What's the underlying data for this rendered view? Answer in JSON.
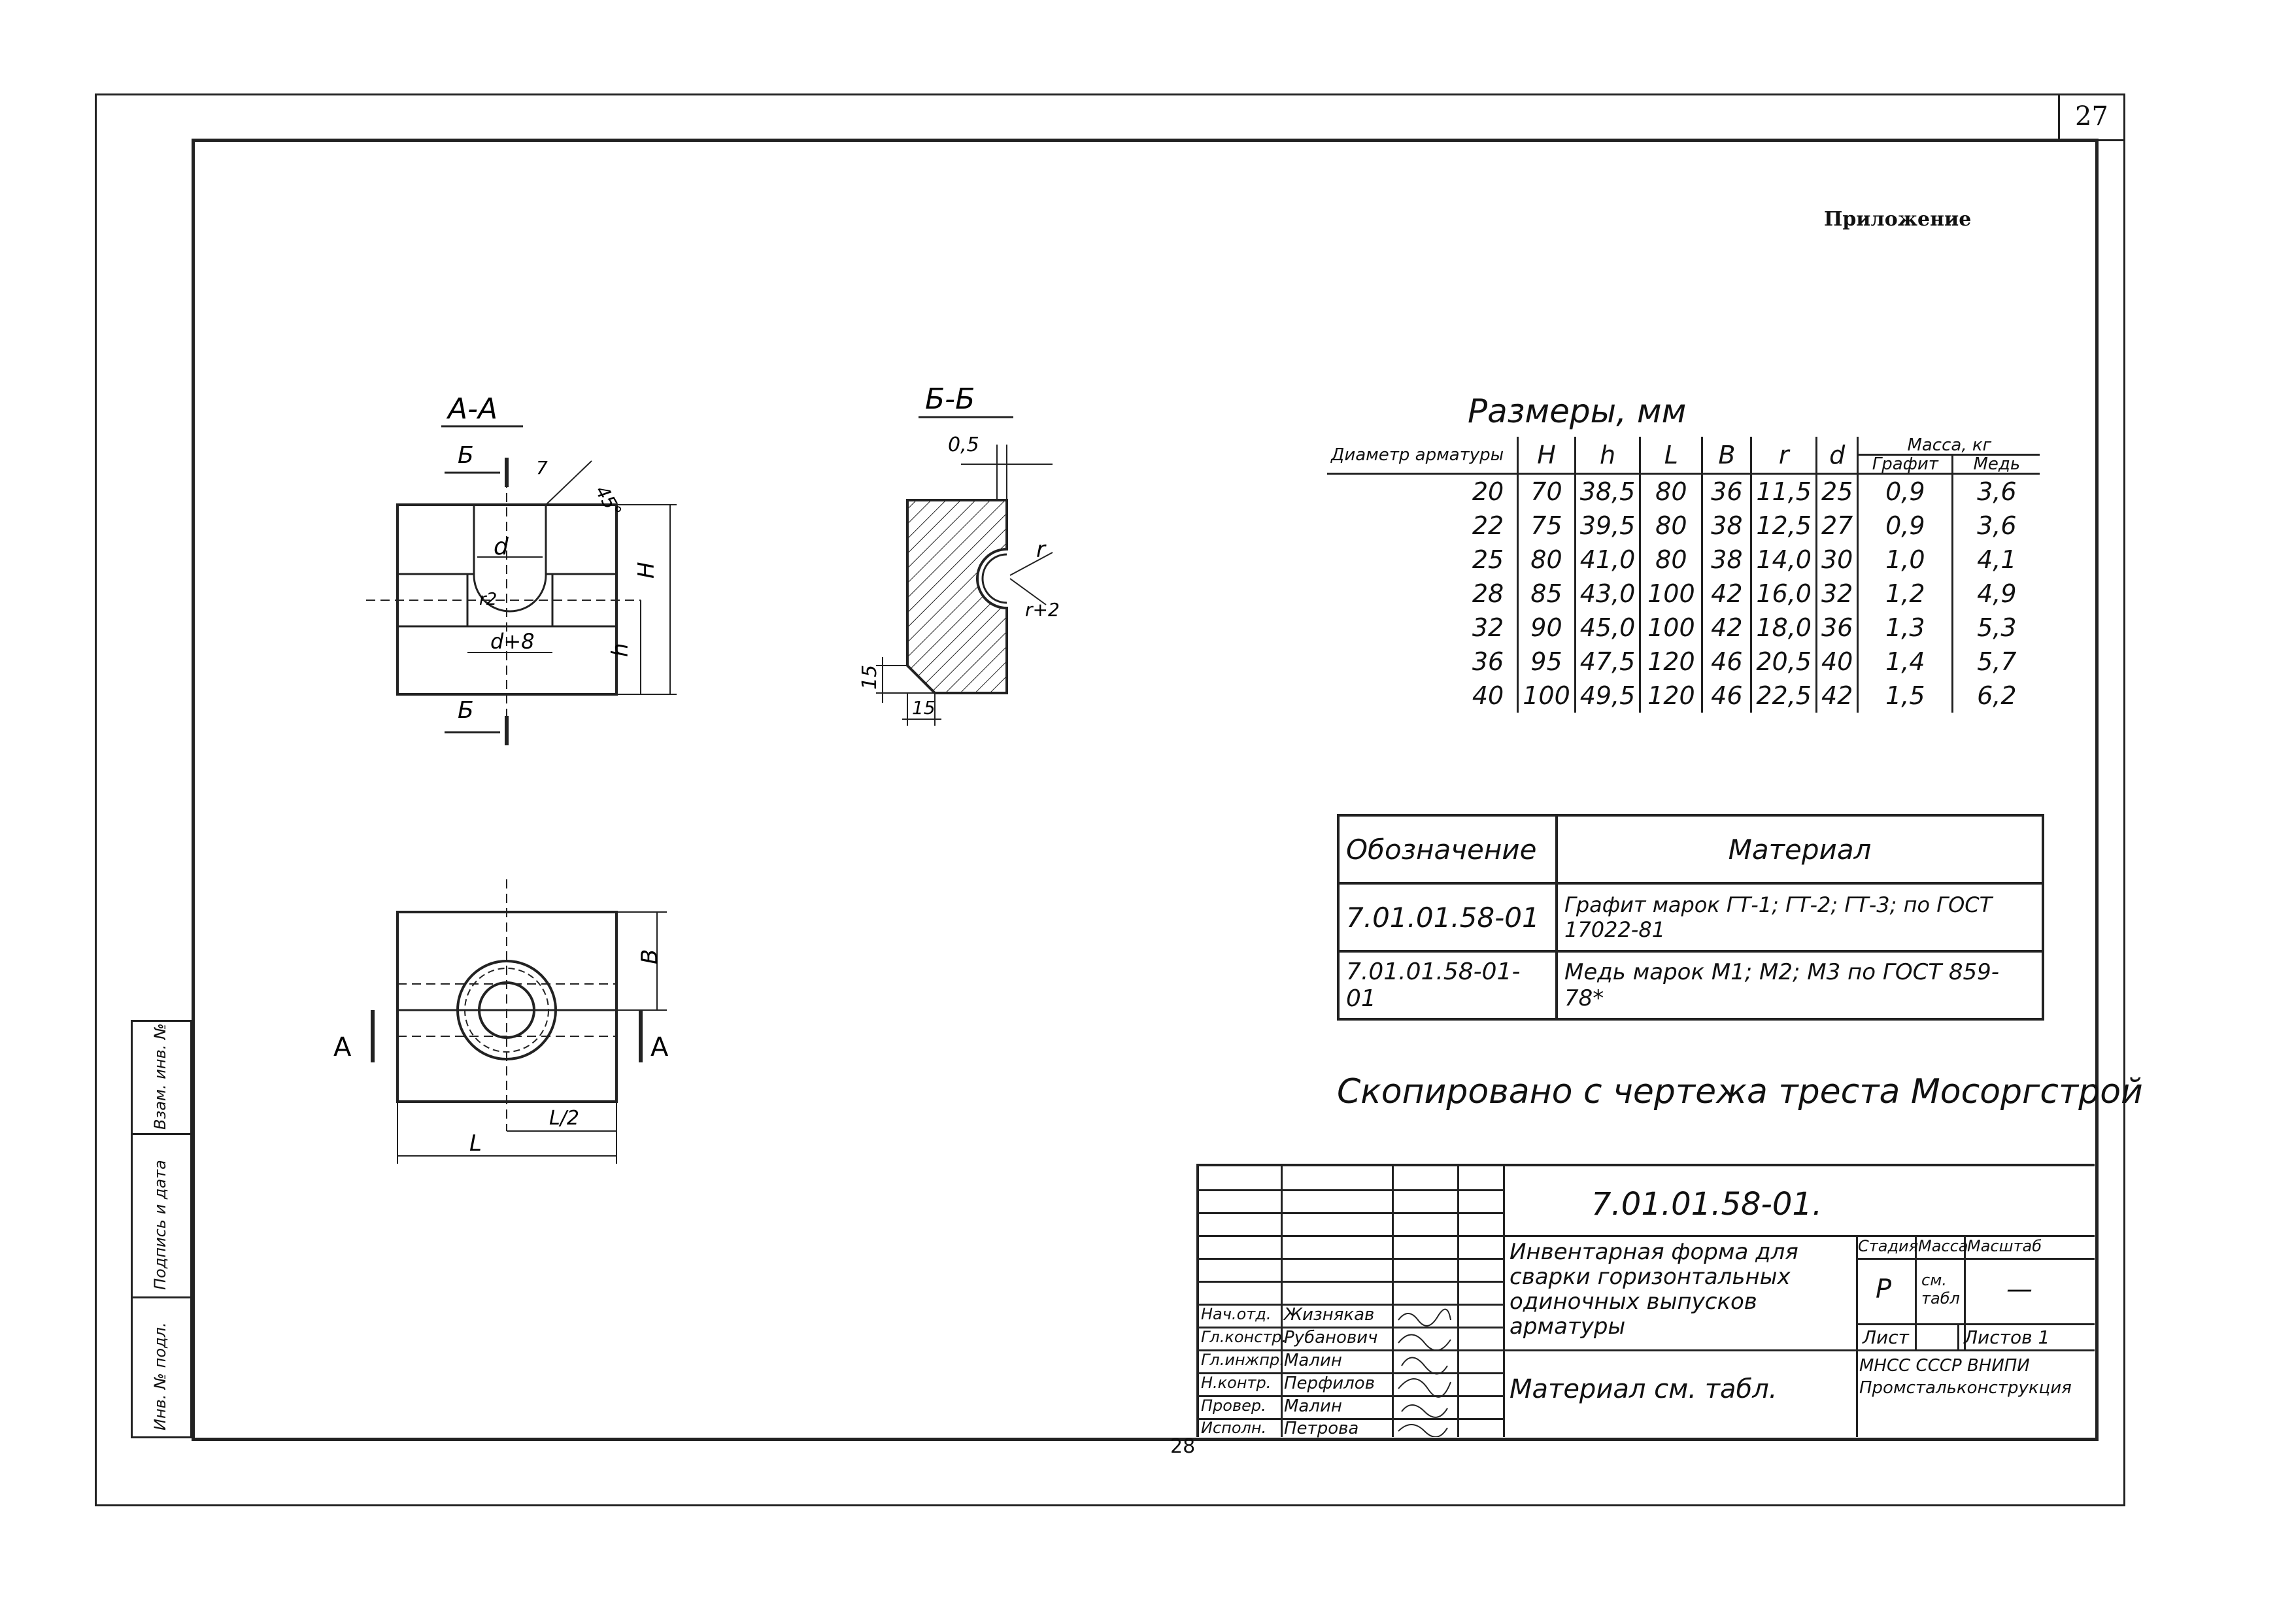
{
  "sheet_number": "27",
  "appendix_label": "Приложение",
  "section_aa": "А-А",
  "section_bb": "Б-Б",
  "dims_labels": {
    "b_mark": "Б",
    "a_mark": "А",
    "seven": "7",
    "angle": "45°",
    "d": "d",
    "d8": "d+8",
    "r2": "r2",
    "H": "H",
    "h": "h",
    "half05": "0,5",
    "r": "r",
    "r2b": "r+2",
    "fifteen_v": "15",
    "fifteen_h": "15",
    "B": "B",
    "L": "L",
    "L2": "L/2"
  },
  "dims_table": {
    "title": "Размеры, мм",
    "headers": [
      "Диаметр арматуры",
      "H",
      "h",
      "L",
      "B",
      "r",
      "d"
    ],
    "mass_header": "Масса, кг",
    "mass_sub": [
      "Графит",
      "Медь"
    ],
    "rows": [
      [
        "20",
        "70",
        "38,5",
        "80",
        "36",
        "11,5",
        "25",
        "0,9",
        "3,6"
      ],
      [
        "22",
        "75",
        "39,5",
        "80",
        "38",
        "12,5",
        "27",
        "0,9",
        "3,6"
      ],
      [
        "25",
        "80",
        "41,0",
        "80",
        "38",
        "14,0",
        "30",
        "1,0",
        "4,1"
      ],
      [
        "28",
        "85",
        "43,0",
        "100",
        "42",
        "16,0",
        "32",
        "1,2",
        "4,9"
      ],
      [
        "32",
        "90",
        "45,0",
        "100",
        "42",
        "18,0",
        "36",
        "1,3",
        "5,3"
      ],
      [
        "36",
        "95",
        "47,5",
        "120",
        "46",
        "20,5",
        "40",
        "1,4",
        "5,7"
      ],
      [
        "40",
        "100",
        "49,5",
        "120",
        "46",
        "22,5",
        "42",
        "1,5",
        "6,2"
      ]
    ]
  },
  "material_table": {
    "headers": [
      "Обозначение",
      "Материал"
    ],
    "rows": [
      [
        "7.01.01.58-01",
        "Графит марок ГТ-1; ГТ-2; ГТ-3; по ГОСТ 17022-81"
      ],
      [
        "7.01.01.58-01-01",
        "Медь марок М1; М2; М3 по ГОСТ 859-78*"
      ]
    ]
  },
  "copied_note": "Скопировано с чертежа треста Мосоргстрой",
  "left_stamp": [
    "Инв. № подл.",
    "Подпись и дата",
    "Взам. инв. №"
  ],
  "title_block": {
    "code": "7.01.01.58-01.",
    "name": "Инвентарная форма для сварки горизонтальных одиночных выпусков арматуры",
    "material": "Материал см. табл.",
    "stage_hdr": "Стадия",
    "mass_hdr": "Масса",
    "scale_hdr": "Масштаб",
    "stage": "Р",
    "mass": "см. табл",
    "scale": "—",
    "sheet": "Лист",
    "sheets": "Листов 1",
    "org": "МНСС СССР ВНИПИ Промстальконструкция",
    "roles": [
      "Нач.отд.",
      "Гл.констр.",
      "Гл.инжпр.",
      "Н.контр.",
      "Провер.",
      "Исполн."
    ],
    "names": [
      "Жизнякав",
      "Рубанович",
      "Малин",
      "Перфилов",
      "Малин",
      "Петрова"
    ]
  },
  "page_number": "28"
}
